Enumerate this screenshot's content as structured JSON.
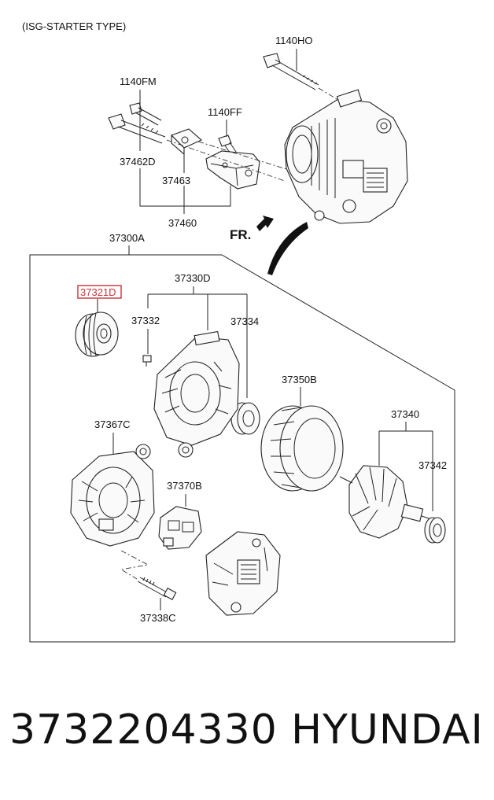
{
  "header": {
    "type_note": "(ISG-STARTER TYPE)"
  },
  "direction_label": "FR.",
  "labels": {
    "l1140HO": "1140HO",
    "l1140FM": "1140FM",
    "l1140FF": "1140FF",
    "l37462D": "37462D",
    "l37463": "37463",
    "l37460": "37460",
    "l37300A": "37300A",
    "l37321D": "37321D",
    "l37330D": "37330D",
    "l37332": "37332",
    "l37334": "37334",
    "l37350B": "37350B",
    "l37340": "37340",
    "l37342": "37342",
    "l37367C": "37367C",
    "l37370B": "37370B",
    "l37338C": "37338C"
  },
  "highlight_color": "#c8323c",
  "footer": {
    "part_number": "3732204330",
    "brand": "HYUNDAI"
  }
}
